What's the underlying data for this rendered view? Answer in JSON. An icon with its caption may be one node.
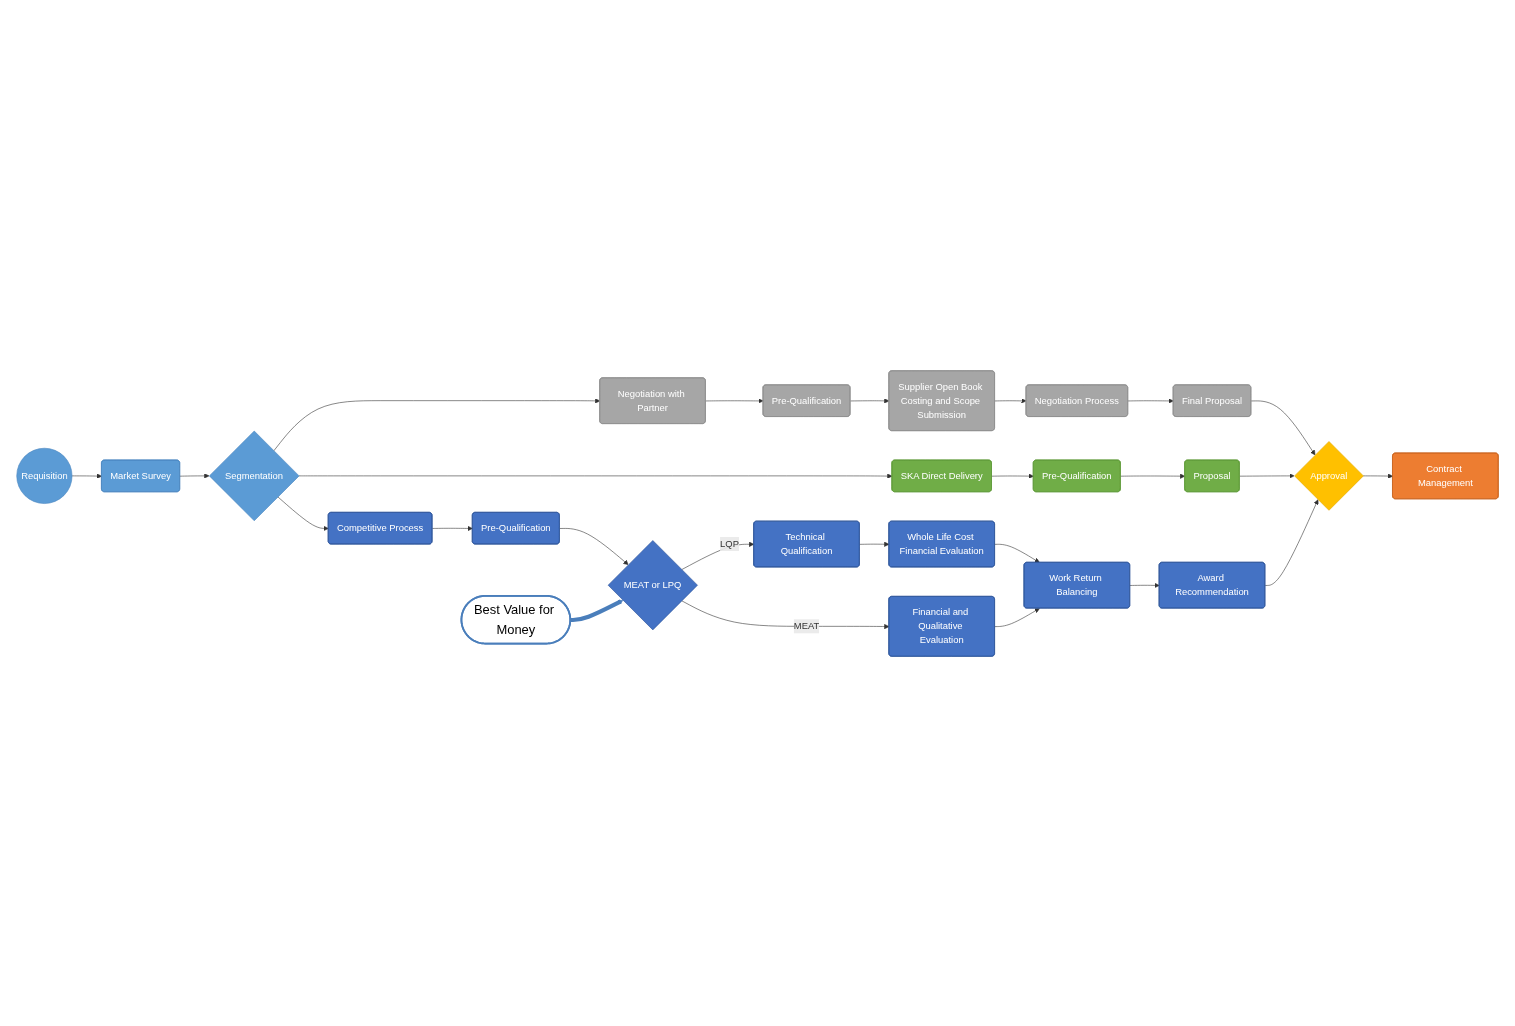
{
  "diagram": {
    "nodes": [
      {
        "text": [
          "Requisition"
        ]
      },
      {
        "text": [
          "Market Survey"
        ]
      },
      {
        "text": [
          "Segmentation"
        ]
      },
      {
        "text": [
          "Negotiation with Partner"
        ]
      },
      {
        "text": [
          "Pre-Qualification"
        ]
      },
      {
        "text": [
          "Supplier Open Book Costing and Scope Submission"
        ]
      },
      {
        "text": [
          "Negotiation Process"
        ]
      },
      {
        "text": [
          "Final Proposal"
        ]
      },
      {
        "text": [
          "SKA Direct Delivery"
        ]
      },
      {
        "text": [
          "Pre-Qualification"
        ]
      },
      {
        "text": [
          "Proposal"
        ]
      },
      {
        "text": [
          "Approval"
        ]
      },
      {
        "text": [
          "Competitive Process"
        ]
      },
      {
        "text": [
          "Technical Qualification"
        ]
      },
      {
        "text": [
          "Whole Life Cost Financial Evaluation"
        ]
      },
      {
        "text": [
          "Pre-Qualification"
        ]
      },
      {
        "text": [
          "MEAT or LPQ"
        ]
      },
      {
        "text": [
          "Financial and Qualitative Evaluation"
        ]
      },
      {
        "text": [
          "Work Return Balancing"
        ]
      },
      {
        "text": [
          "Award Recommendation"
        ]
      },
      {
        "text": [
          "Contract Management"
        ]
      },
      {
        "text": [
          "Best Value for Money"
        ]
      }
    ],
    "edges": [
      {
        "from": 0,
        "to": 1,
        "arrow": "to"
      },
      {
        "from": 1,
        "to": 2,
        "arrow": "to"
      },
      {
        "from": 2,
        "to": 3,
        "arrow": "to"
      },
      {
        "from": 2,
        "to": 8,
        "arrow": "to"
      },
      {
        "from": 2,
        "to": 12,
        "arrow": "to"
      },
      {
        "from": 3,
        "to": 4,
        "arrow": "to"
      },
      {
        "from": 4,
        "to": 5,
        "arrow": "to"
      },
      {
        "from": 5,
        "to": 6,
        "arrow": "to"
      },
      {
        "from": 6,
        "to": 7,
        "arrow": "to"
      },
      {
        "from": 7,
        "to": 11,
        "arrow": "to"
      },
      {
        "from": 8,
        "to": 9,
        "arrow": "to"
      },
      {
        "from": 9,
        "to": 10,
        "arrow": "to"
      },
      {
        "from": 10,
        "to": 11,
        "arrow": "to"
      },
      {
        "from": 12,
        "to": 15,
        "arrow": "to"
      },
      {
        "from": 15,
        "to": 16,
        "arrow": "to"
      },
      {
        "from": 16,
        "to": 13,
        "label": "LQP",
        "arrow": "to"
      },
      {
        "from": 16,
        "to": 17,
        "label": "MEAT",
        "arrow": "to"
      },
      {
        "from": 13,
        "to": 14,
        "arrow": "to"
      },
      {
        "from": 14,
        "to": 18,
        "arrow": "to"
      },
      {
        "from": 17,
        "to": 18,
        "arrow": "to"
      },
      {
        "from": 18,
        "to": 19,
        "arrow": "to"
      },
      {
        "from": 19,
        "to": 11,
        "arrow": "to"
      },
      {
        "from": 11,
        "to": 20,
        "arrow": "to"
      },
      {
        "from": 21,
        "to": 16,
        "arrow": "to",
        "style": "thick",
        "color": "#4a7ebb"
      }
    ]
  }
}
